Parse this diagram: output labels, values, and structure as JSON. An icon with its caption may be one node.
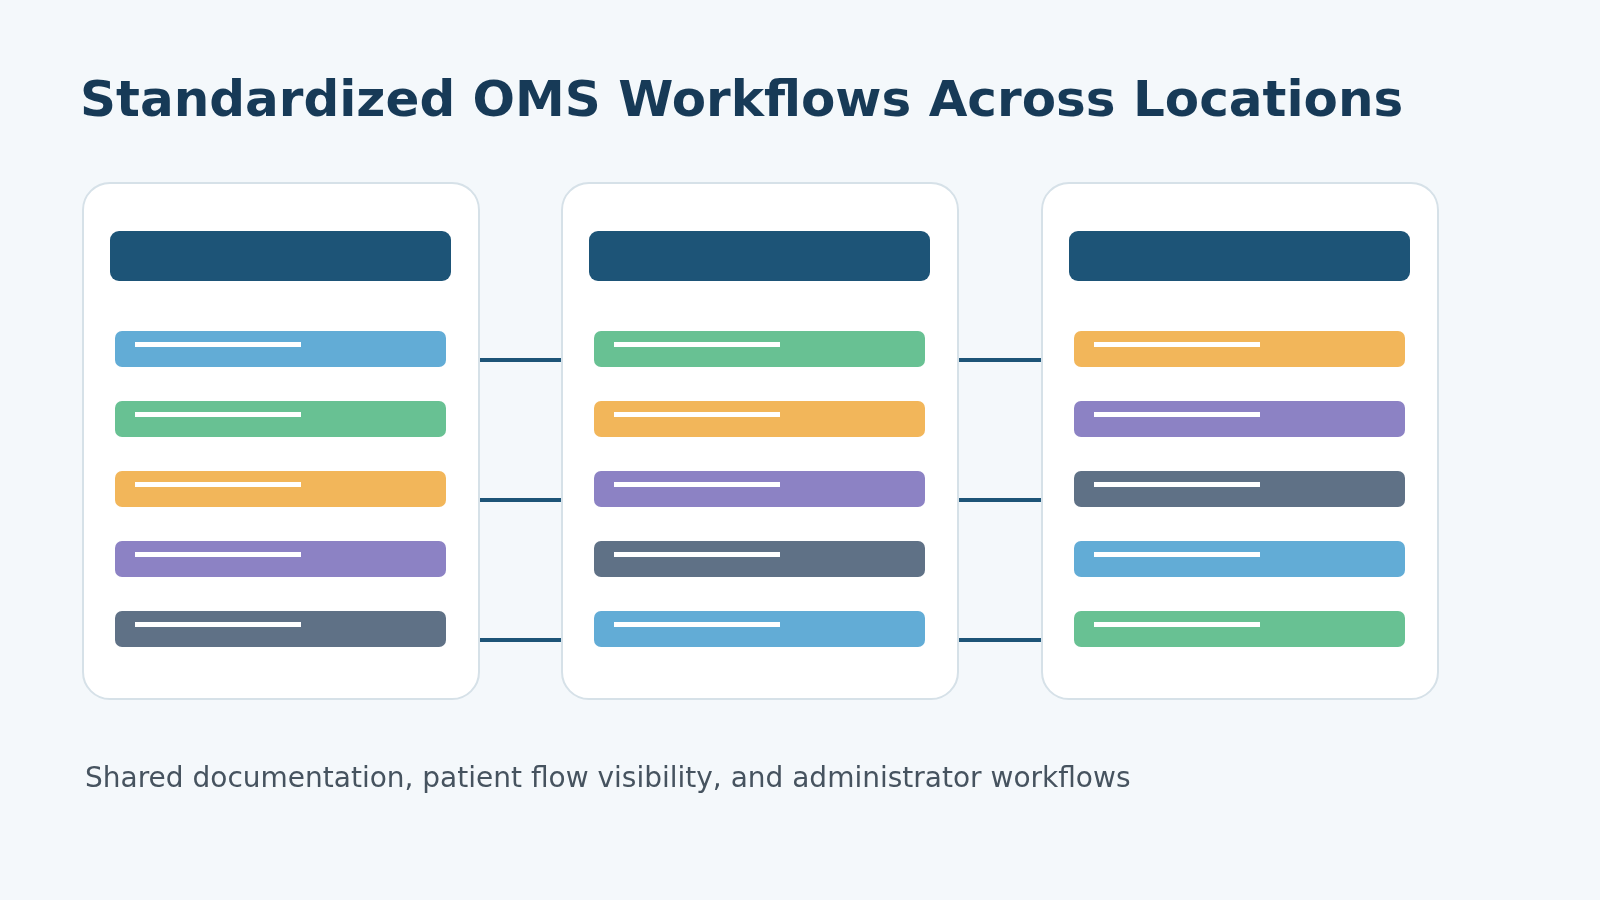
{
  "diagram": {
    "title": "Standardized OMS Workflows Across Locations",
    "caption": "Shared documentation, patient flow visibility, and administrator workflows",
    "nodes": [
      {
        "text": [],
        "shape": "box"
      },
      {
        "text": [],
        "shape": "box"
      },
      {
        "text": [],
        "shape": "box"
      }
    ],
    "edges": [
      {
        "from": 0,
        "to": 1,
        "arrow": "none"
      },
      {
        "from": 0,
        "to": 1,
        "arrow": "none"
      },
      {
        "from": 0,
        "to": 1,
        "arrow": "none"
      },
      {
        "from": 1,
        "to": 2,
        "arrow": "none"
      },
      {
        "from": 1,
        "to": 2,
        "arrow": "none"
      },
      {
        "from": 1,
        "to": 2,
        "arrow": "none"
      }
    ]
  }
}
